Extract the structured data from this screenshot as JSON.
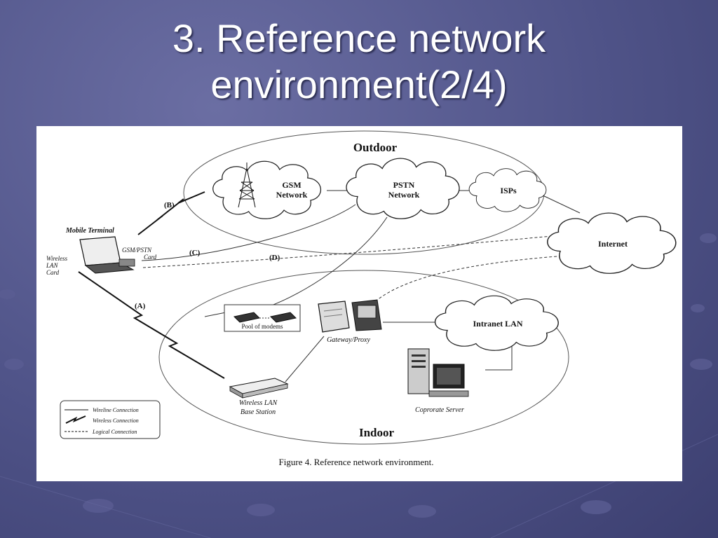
{
  "slide": {
    "title_line1": "3. Reference network",
    "title_line2": "environment(2/4)"
  },
  "diagram": {
    "outdoor_label": "Outdoor",
    "indoor_label": "Indoor",
    "gsm_line1": "GSM",
    "gsm_line2": "Network",
    "pstn_line1": "PSTN",
    "pstn_line2": "Network",
    "isps": "ISPs",
    "internet": "Internet",
    "intranet": "Intranet LAN",
    "mobile_terminal": "Mobile Terminal",
    "gsm_card_line1": "GSM/PSTN",
    "gsm_card_line2": "Card",
    "wlan_card_line1": "Wireless",
    "wlan_card_line2": "LAN",
    "wlan_card_line3": "Card",
    "label_a": "(A)",
    "label_b": "(B)",
    "label_c": "(C)",
    "label_d": "(D)",
    "pool_of_modems": "Pool of modems",
    "gateway": "Gateway/Proxy",
    "base_station_line1": "Wireless LAN",
    "base_station_line2": "Base Station",
    "server": "Coprorate Server",
    "legend_wireline": "Wireline Connection",
    "legend_wireless": "Wireless Connection",
    "legend_logical": "Logical Connection",
    "caption": "Figure 4. Reference network environment."
  },
  "colors": {
    "background": "#4f5388",
    "title": "#ffffff",
    "panel": "#ffffff"
  }
}
